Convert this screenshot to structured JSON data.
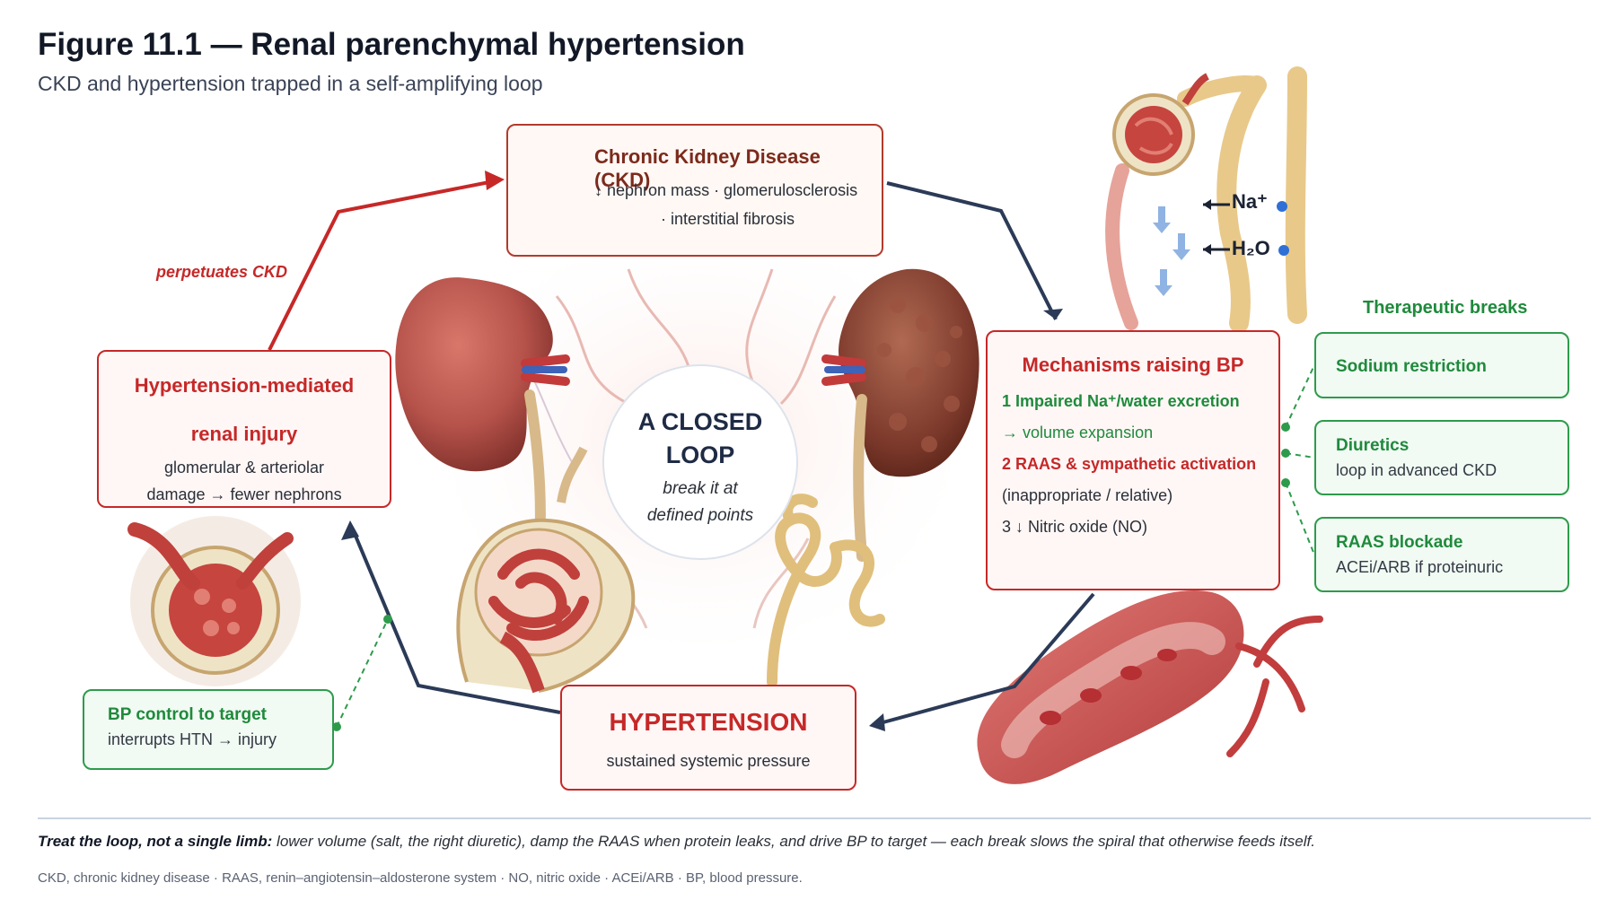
{
  "title": "Figure 11.1 — Renal parenchymal hypertension",
  "subtitle": "CKD and hypertension trapped in a self-amplifying loop",
  "nodes": {
    "ckd": {
      "heading": "Chronic Kidney Disease (CKD)",
      "line1": "↓ nephron mass  ·  glomerulosclerosis",
      "line2": "· interstitial fibrosis"
    },
    "mechanisms": {
      "heading": "Mechanisms raising BP",
      "item1": "1 Impaired Na⁺/water excretion",
      "item1_sub": "→ volume expansion",
      "item2": "2 RAAS & sympathetic activation",
      "item2_sub": "(inappropriate / relative)",
      "item3": "3 ↓ Nitric oxide (NO)"
    },
    "hypertension": {
      "heading": "HYPERTENSION",
      "line": "sustained systemic pressure"
    },
    "injury": {
      "heading1": "Hypertension-mediated",
      "heading2": "renal injury",
      "line1": "glomerular & arteriolar",
      "line2": "damage → fewer nephrons"
    }
  },
  "center": {
    "title1": "A CLOSED",
    "title2": "LOOP",
    "sub1": "break it at",
    "sub2": "defined points"
  },
  "edge_labels": {
    "perpetuates": "perpetuates CKD"
  },
  "therapeutic": {
    "title": "Therapeutic breaks",
    "items": [
      {
        "heading": "Sodium restriction",
        "sub": ""
      },
      {
        "heading": "Diuretics",
        "sub": "loop in advanced CKD"
      },
      {
        "heading": "RAAS blockade",
        "sub": "ACEi/ARB if proteinuric"
      }
    ],
    "bp_control": {
      "heading": "BP control to target",
      "sub": "interrupts HTN → injury"
    }
  },
  "tubule_labels": {
    "na": "Na⁺",
    "h2o": "H₂O"
  },
  "footer": {
    "lead": "Treat the loop, not a single limb:",
    "text": " lower volume (salt, the right diuretic), damp the RAAS when protein leaks, and drive BP to target — each break slows the spiral that otherwise feeds itself.",
    "abbreviations": "CKD, chronic kidney disease · RAAS, renin–angiotensin–aldosterone system · NO, nitric oxide · ACEi/ARB · BP, blood pressure."
  },
  "colors": {
    "red": "#c62828",
    "green": "#1f8a3c",
    "navy": "#2b3a57",
    "kidney": "#b5524a"
  },
  "icons": [
    "kidney-cross-section-icon",
    "healthy-kidney-icon",
    "diseased-kidney-icon",
    "glomerulus-icon",
    "tubule-icon",
    "artery-icon"
  ]
}
